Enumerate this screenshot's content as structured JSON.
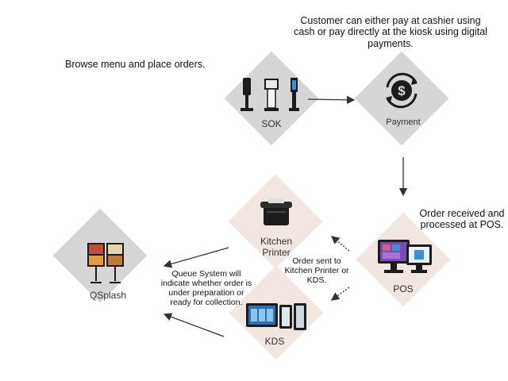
{
  "annotations": {
    "browse": "Browse menu and place orders.",
    "payment_note": "Customer can either pay at cashier using cash or pay directly at the kiosk using digital payments.",
    "order_received": "Order received and processed at POS.",
    "order_sent": "Order sent to Kitchen Printer or KDS.",
    "queue_note": "Queue System will indicate whether order is under preparation or ready for collection."
  },
  "nodes": {
    "sok": "SOK",
    "payment": "Payment",
    "pos": "POS",
    "kitchen_printer": "Kitchen Printer",
    "kds": "KDS",
    "qsplash": "QSplash"
  },
  "colors": {
    "diamond_gray": "#d6d6d6",
    "diamond_pink": "#f2e6e0",
    "arrow": "#333333",
    "icon_dark": "#1c1c1c",
    "screen_blue": "#3b8fd6"
  },
  "icons": {
    "sok": "kiosk-icon",
    "payment": "dollar-cycle-icon",
    "pos": "pos-terminal-icon",
    "kitchen_printer": "receipt-printer-icon",
    "kds": "kitchen-display-icon",
    "qsplash": "digital-signage-icon"
  }
}
